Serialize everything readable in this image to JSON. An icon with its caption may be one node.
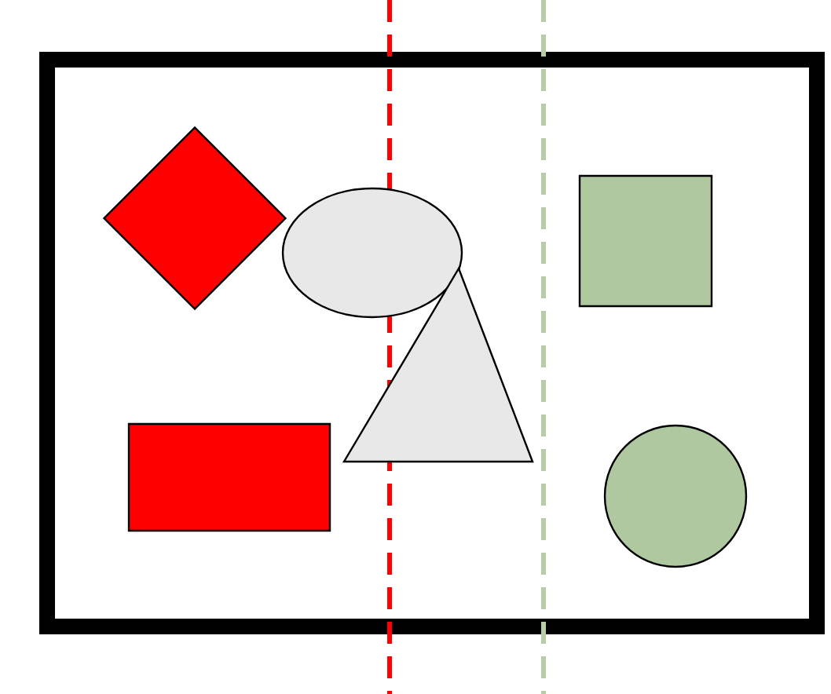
{
  "diagram": {
    "nodes": [
      {
        "text": [],
        "shape": "box"
      },
      {
        "text": [],
        "shape": "diamond",
        "in": 0
      },
      {
        "text": [],
        "shape": "ellipse",
        "in": 0
      },
      {
        "text": [],
        "shape": "box",
        "in": 0
      },
      {
        "text": [],
        "shape": "triangle",
        "in": 0
      },
      {
        "text": [],
        "shape": "box",
        "in": 0
      },
      {
        "text": [],
        "shape": "circle",
        "in": 0
      }
    ]
  }
}
